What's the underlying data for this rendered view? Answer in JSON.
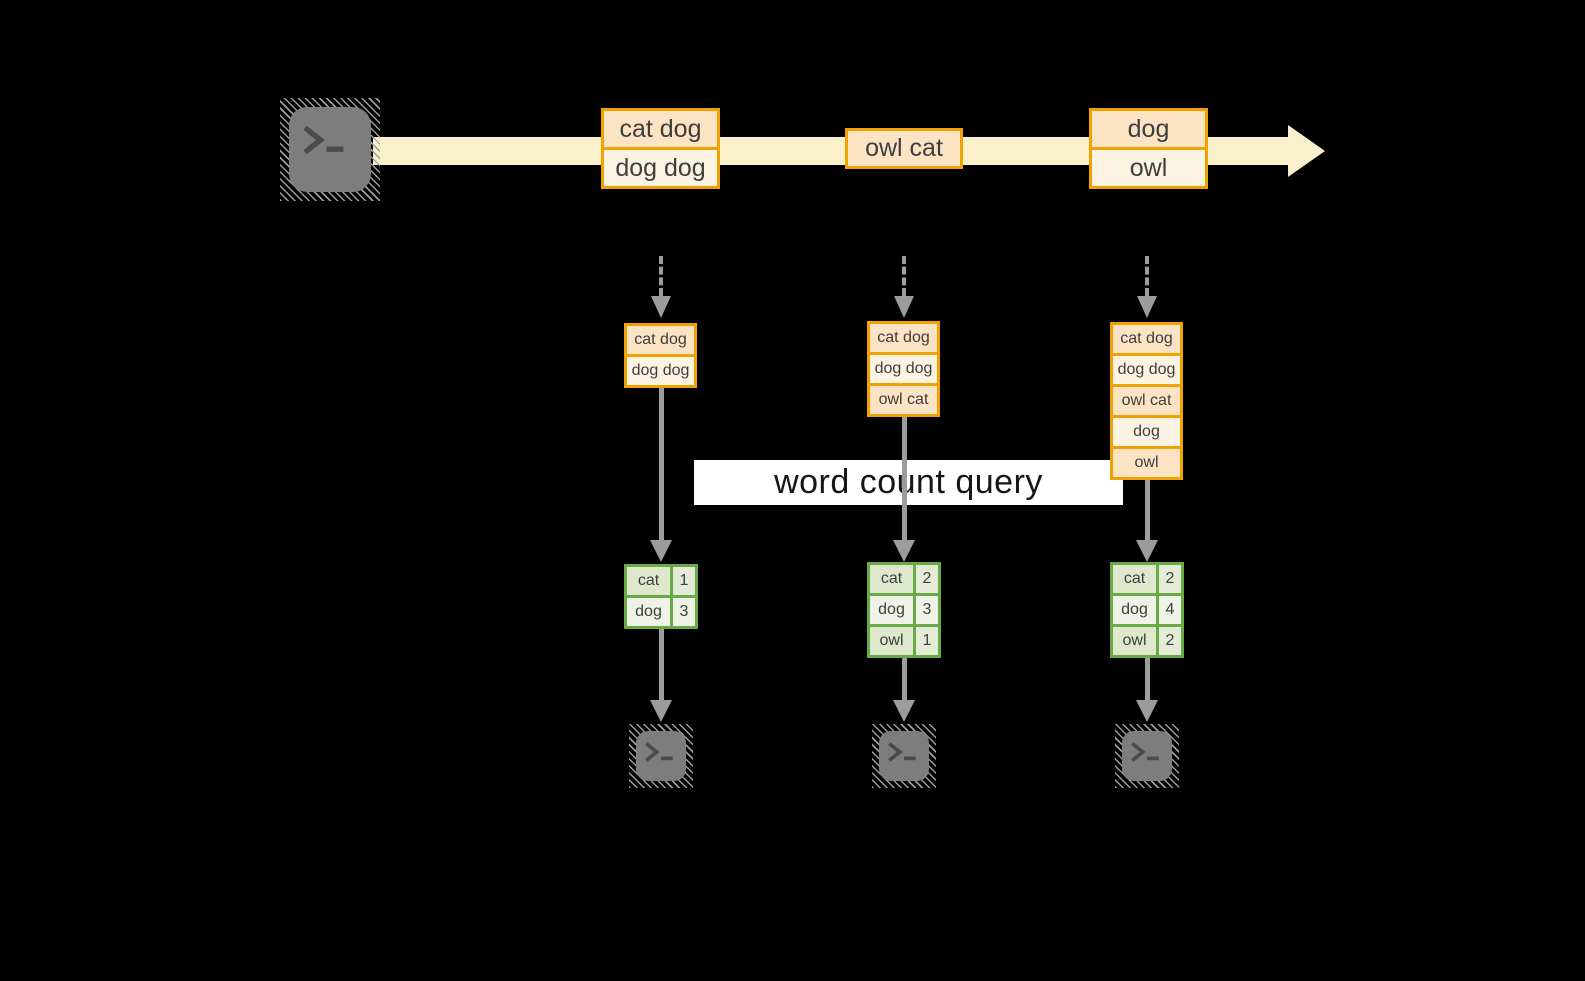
{
  "diagram_title": "word count query",
  "icons": {
    "source": "terminal-icon",
    "sink": "terminal-icon"
  },
  "colors": {
    "background": "#000000",
    "stream_band": "#faf0cc",
    "record_border": "#f0a202",
    "record_fill_dark": "#fbe3c4",
    "record_fill_light": "#fdf3e3",
    "table_border": "#6aaa46",
    "table_fill_dark": "#dde8cd",
    "table_fill_light": "#eef2e7",
    "arrow": "#9c9c9c",
    "terminal": "#7d7d7d",
    "query_banner": "#ffffff",
    "text": "#3e3e3e"
  },
  "stream": {
    "batches": [
      {
        "rows": [
          "cat dog",
          "dog dog"
        ]
      },
      {
        "rows": [
          "owl cat"
        ]
      },
      {
        "rows": [
          "dog",
          "owl"
        ]
      }
    ]
  },
  "columns": [
    {
      "buffer": [
        "cat dog",
        "dog dog"
      ],
      "counts": {
        "rows": [
          [
            "cat",
            "1"
          ],
          [
            "dog",
            "3"
          ]
        ]
      }
    },
    {
      "buffer": [
        "cat dog",
        "dog dog",
        "owl cat"
      ],
      "counts": {
        "rows": [
          [
            "cat",
            "2"
          ],
          [
            "dog",
            "3"
          ],
          [
            "owl",
            "1"
          ]
        ]
      }
    },
    {
      "buffer": [
        "cat dog",
        "dog dog",
        "owl cat",
        "dog",
        "owl"
      ],
      "counts": {
        "rows": [
          [
            "cat",
            "2"
          ],
          [
            "dog",
            "4"
          ],
          [
            "owl",
            "2"
          ]
        ]
      }
    }
  ]
}
